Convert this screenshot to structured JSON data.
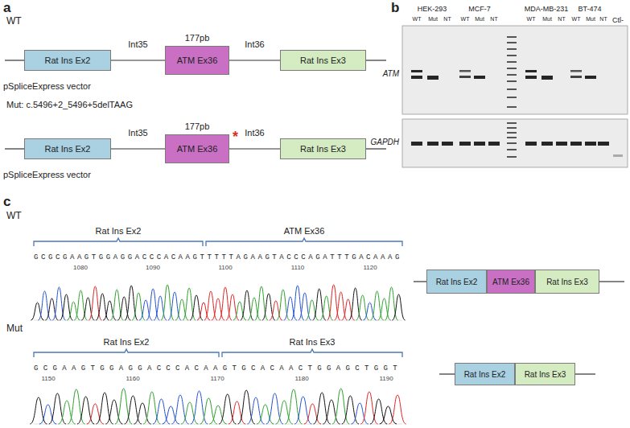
{
  "diagram": {
    "nodes": [
      {
        "text": [
          "Rat Ins Ex2"
        ]
      },
      {
        "text": [
          "177pb",
          "ATM Ex36"
        ]
      },
      {
        "text": [
          "Rat Ins Ex3"
        ]
      },
      {
        "text": [
          "Rat Ins Ex2"
        ]
      },
      {
        "text": [
          "177pb",
          "ATM Ex36"
        ]
      },
      {
        "text": [
          "Rat Ins Ex3"
        ]
      },
      {
        "text": [
          "Rat Ins Ex2"
        ]
      },
      {
        "text": [
          "ATM Ex36"
        ]
      },
      {
        "text": [
          "Rat Ins Ex3"
        ]
      },
      {
        "text": [
          "Rat Ins Ex2"
        ]
      },
      {
        "text": [
          "Rat Ins Ex3"
        ]
      }
    ],
    "edges": [
      {
        "from": 0,
        "to": 1,
        "label": "Int35",
        "arrow": "none"
      },
      {
        "from": 1,
        "to": 2,
        "label": "Int36",
        "arrow": "none"
      },
      {
        "from": 3,
        "to": 4,
        "label": "Int35",
        "arrow": "none"
      },
      {
        "from": 4,
        "to": 5,
        "label": "Int36",
        "arrow": "none"
      }
    ],
    "labels": [
      "a",
      "WT",
      "pSpliceExpress vector",
      "Mut: c.5496+2_5496+5delTAAG",
      "*",
      "pSpliceExpress vector",
      "b",
      "HEK-293",
      "MCF-7",
      "MDA-MB-231",
      "BT-474",
      "Ctl-",
      "WT",
      "Mut",
      "NT",
      "WT",
      "Mut",
      "NT",
      "WT",
      "Mut",
      "NT",
      "WT",
      "Mut",
      "NT",
      "ATM",
      "GAPDH",
      "c",
      "WT",
      "Rat Ins Ex2",
      "ATM Ex36",
      "GCGCGAAGTGGAGGACCCACAAGTTTTTAGAAGTACCCAGATTTGACAAAG",
      "1080",
      "1090",
      "1100",
      "1110",
      "1120",
      "Mut",
      "Rat Ins Ex2",
      "Rat Ins Ex3",
      "GCGAAGTGGAGGACCCACAAGTGCACAACTGGAGCTGGT",
      "1150",
      "1160",
      "1170",
      "1180",
      "1190"
    ]
  }
}
